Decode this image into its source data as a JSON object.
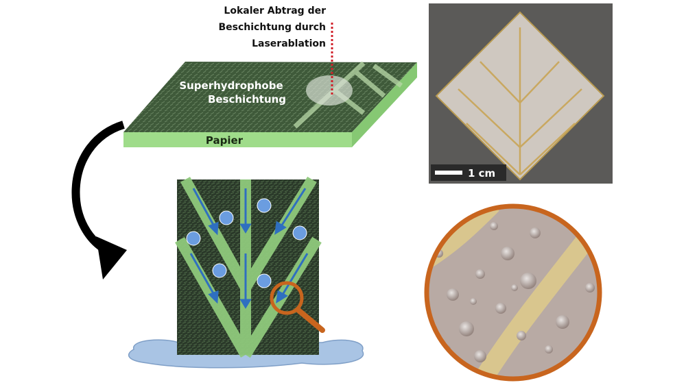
{
  "annotations": {
    "laser_line1": "Lokaler Abtrag der",
    "laser_line2": "Beschichtung durch",
    "laser_line3": "Laserablation",
    "coating_line1": "Superhydrophobe",
    "coating_line2": "Beschichtung",
    "paper": "Papier",
    "scale_bar": "1 cm"
  },
  "colors": {
    "coating": "#3f5a3a",
    "paper": "#9fdc8a",
    "vein": "#8fc97c",
    "laser": "#d0202a",
    "magnifier": "#c8651e",
    "water": "#a9c4e4",
    "arrow": "#2f6fc0"
  }
}
